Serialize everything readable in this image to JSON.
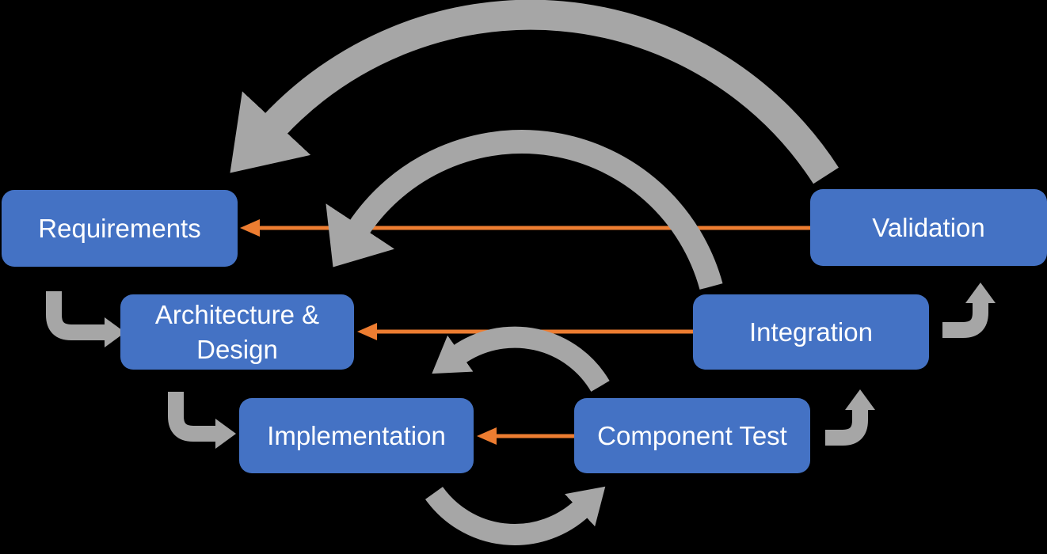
{
  "diagram": {
    "type": "software-development-lifecycle-flow",
    "background": "#000000",
    "colors": {
      "node_fill": "#4472C4",
      "node_text": "#FFFFFF",
      "feedback_arrow": "#ED7D31",
      "flow_arrow": "#A6A6A6"
    },
    "nodes": [
      {
        "id": "requirements",
        "label": "Requirements"
      },
      {
        "id": "validation",
        "label": "Validation"
      },
      {
        "id": "architecture-design",
        "label": "Architecture & Design"
      },
      {
        "id": "integration",
        "label": "Integration"
      },
      {
        "id": "implementation",
        "label": "Implementation"
      },
      {
        "id": "component-test",
        "label": "Component Test"
      }
    ],
    "edges": [
      {
        "from": "validation",
        "to": "requirements",
        "style": "orange-straight-arrow"
      },
      {
        "from": "integration",
        "to": "architecture-design",
        "style": "orange-straight-arrow"
      },
      {
        "from": "component-test",
        "to": "implementation",
        "style": "orange-straight-arrow"
      },
      {
        "from": "requirements",
        "to": "architecture-design",
        "style": "gray-elbow-arrow"
      },
      {
        "from": "architecture-design",
        "to": "implementation",
        "style": "gray-elbow-arrow"
      },
      {
        "from": "component-test",
        "to": "integration",
        "style": "gray-elbow-arrow"
      },
      {
        "from": "integration",
        "to": "validation",
        "style": "gray-elbow-arrow"
      },
      {
        "from": "validation",
        "to": "requirements",
        "style": "gray-large-arc-arrow"
      },
      {
        "from": "integration",
        "to": "architecture-design",
        "style": "gray-medium-arc-arrow"
      },
      {
        "from": "component-test",
        "to": "implementation",
        "style": "gray-loop-top-arc-arrow"
      },
      {
        "from": "implementation",
        "to": "component-test",
        "style": "gray-loop-bottom-arc-arrow"
      }
    ]
  }
}
